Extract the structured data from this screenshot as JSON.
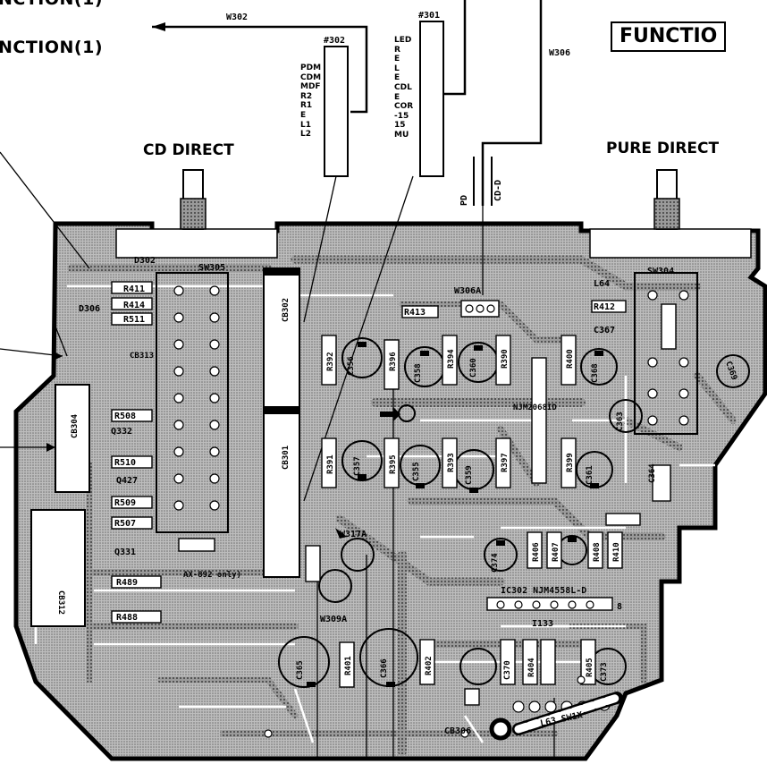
{
  "header": {
    "func_1": "NCTION(1)",
    "func_2": "NCTION(1)",
    "func_box": "FUNCTIO"
  },
  "wires": {
    "w302": "W302",
    "w306": "W306",
    "w306a": "W306A",
    "w317a": "W317A",
    "w309a": "W309A"
  },
  "connectors": {
    "c301": {
      "label": "#301",
      "pins": [
        "LED",
        "R",
        "E",
        "L",
        "E",
        "CDL",
        "E",
        "COR",
        "-15",
        "15",
        "MU"
      ]
    },
    "c302": {
      "label": "#302",
      "pins": [
        "PDM",
        "CDM",
        "MDF",
        "R2",
        "R1",
        "E",
        "L1",
        "L2"
      ]
    }
  },
  "controls": {
    "cd_direct": "CD DIRECT",
    "pure_direct": "PURE DIRECT"
  },
  "signals": {
    "pd": "PD",
    "cdd": "CD-D"
  },
  "components": {
    "sw305": "SW305",
    "sw304": "SW304",
    "d302": "D302",
    "d306": "D306",
    "r411": "R411",
    "r414": "R414",
    "r511": "R511",
    "r508": "R508",
    "r510": "R510",
    "r509": "R509",
    "r507": "R507",
    "r489": "R489",
    "r488": "R488",
    "r413": "R413",
    "r412": "R412",
    "r392": "R392",
    "r396": "R396",
    "r394": "R394",
    "r390": "R390",
    "r391": "R391",
    "r395": "R395",
    "r393": "R393",
    "r397": "R397",
    "r399": "R399",
    "r400": "R400",
    "r401": "R401",
    "r402": "R402",
    "r404": "R404",
    "r405": "R405",
    "r406": "R406",
    "r407": "R407",
    "r408": "R408",
    "r410": "R410",
    "c356": "C356",
    "c358": "C358",
    "c360": "C360",
    "c357": "C357",
    "c355": "C355",
    "c359": "C359",
    "c361": "C361",
    "c368": "C368",
    "c367": "C367",
    "c363": "C363",
    "c369": "C369",
    "c364": "C364",
    "c365": "C365",
    "c366": "C366",
    "c374": "C374",
    "c370": "C370",
    "c373": "C373",
    "q332": "Q332",
    "q427": "Q427",
    "q331": "Q331",
    "cb301": "CB301",
    "cb302": "CB302",
    "cb304": "CB304",
    "cb306": "CB306",
    "cb312": "CB312",
    "cb313": "CB313",
    "ic": "NJM2068ID",
    "ic302": "IC302  NJM4558L-D",
    "note": "AX-892 only)",
    "l63": "L63 SW1X",
    "l64": "L64",
    "ic8": "8",
    "i133": "I133"
  }
}
